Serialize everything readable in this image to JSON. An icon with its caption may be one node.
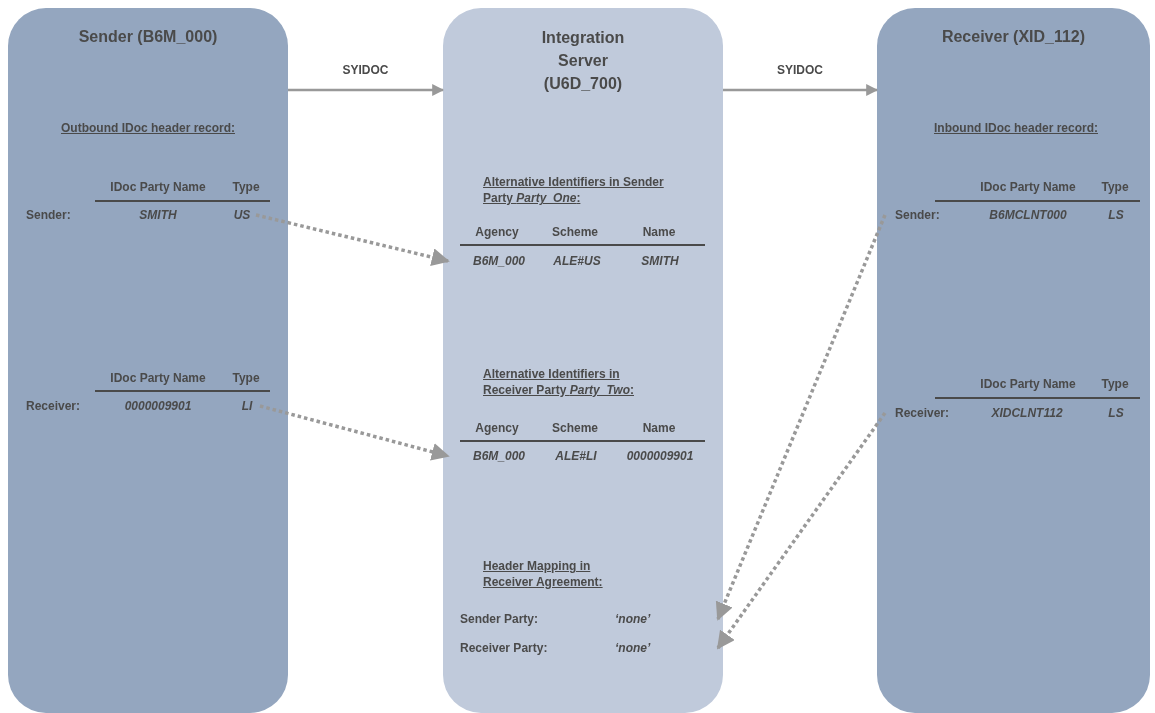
{
  "diagram": {
    "nodes": [
      {
        "text": [
          "Sender (B6M_000)"
        ]
      },
      {
        "text": [
          "Integration Server (U6D_700)"
        ]
      },
      {
        "text": [
          "Receiver (XID_112)"
        ]
      },
      {
        "text": [
          "US"
        ],
        "in": 0
      },
      {
        "text": [
          "LI"
        ],
        "in": 0
      },
      {
        "text": [
          "B6M_000"
        ],
        "in": 1
      },
      {
        "text": [
          "B6M_000"
        ],
        "in": 1
      },
      {
        "text": [
          "Sender:"
        ],
        "in": 2
      },
      {
        "text": [
          "Receiver:"
        ],
        "in": 2
      },
      {
        "text": [
          "‘none’"
        ],
        "in": 1
      },
      {
        "text": [
          "‘none’"
        ],
        "in": 1
      }
    ],
    "edges": [
      {
        "from": 0,
        "to": 1,
        "arrow": "to",
        "label": "SYIDOC"
      },
      {
        "from": 1,
        "to": 2,
        "arrow": "to",
        "label": "SYIDOC"
      },
      {
        "from": 3,
        "to": 5,
        "arrow": "to",
        "style": "dashed"
      },
      {
        "from": 4,
        "to": 6,
        "arrow": "to",
        "style": "dashed"
      },
      {
        "from": 7,
        "to": 9,
        "arrow": "to",
        "style": "dashed"
      },
      {
        "from": 8,
        "to": 10,
        "arrow": "to",
        "style": "dashed"
      }
    ],
    "labels": [
      "Outbound IDoc header record:",
      "IDoc Party Name",
      "Type",
      "Sender:",
      "SMITH",
      "IDoc Party Name",
      "Type",
      "Receiver:",
      "0000009901",
      "Alternative Identifiers in Sender Party *Party_One*:",
      "Agency",
      "Scheme",
      "Name",
      "ALE#US",
      "SMITH",
      "Alternative Identifiers in Receiver Party *Party_Two*:",
      "Agency",
      "Scheme",
      "Name",
      "ALE#LI",
      "0000009901",
      "Header Mapping in Receiver Agreement:",
      "Sender Party:",
      "Receiver Party:",
      "Inbound IDoc header record:",
      "IDoc Party Name",
      "Type",
      "B6MCLNT000",
      "LS",
      "IDoc Party Name",
      "Type",
      "XIDCLNT112",
      "LS"
    ]
  }
}
